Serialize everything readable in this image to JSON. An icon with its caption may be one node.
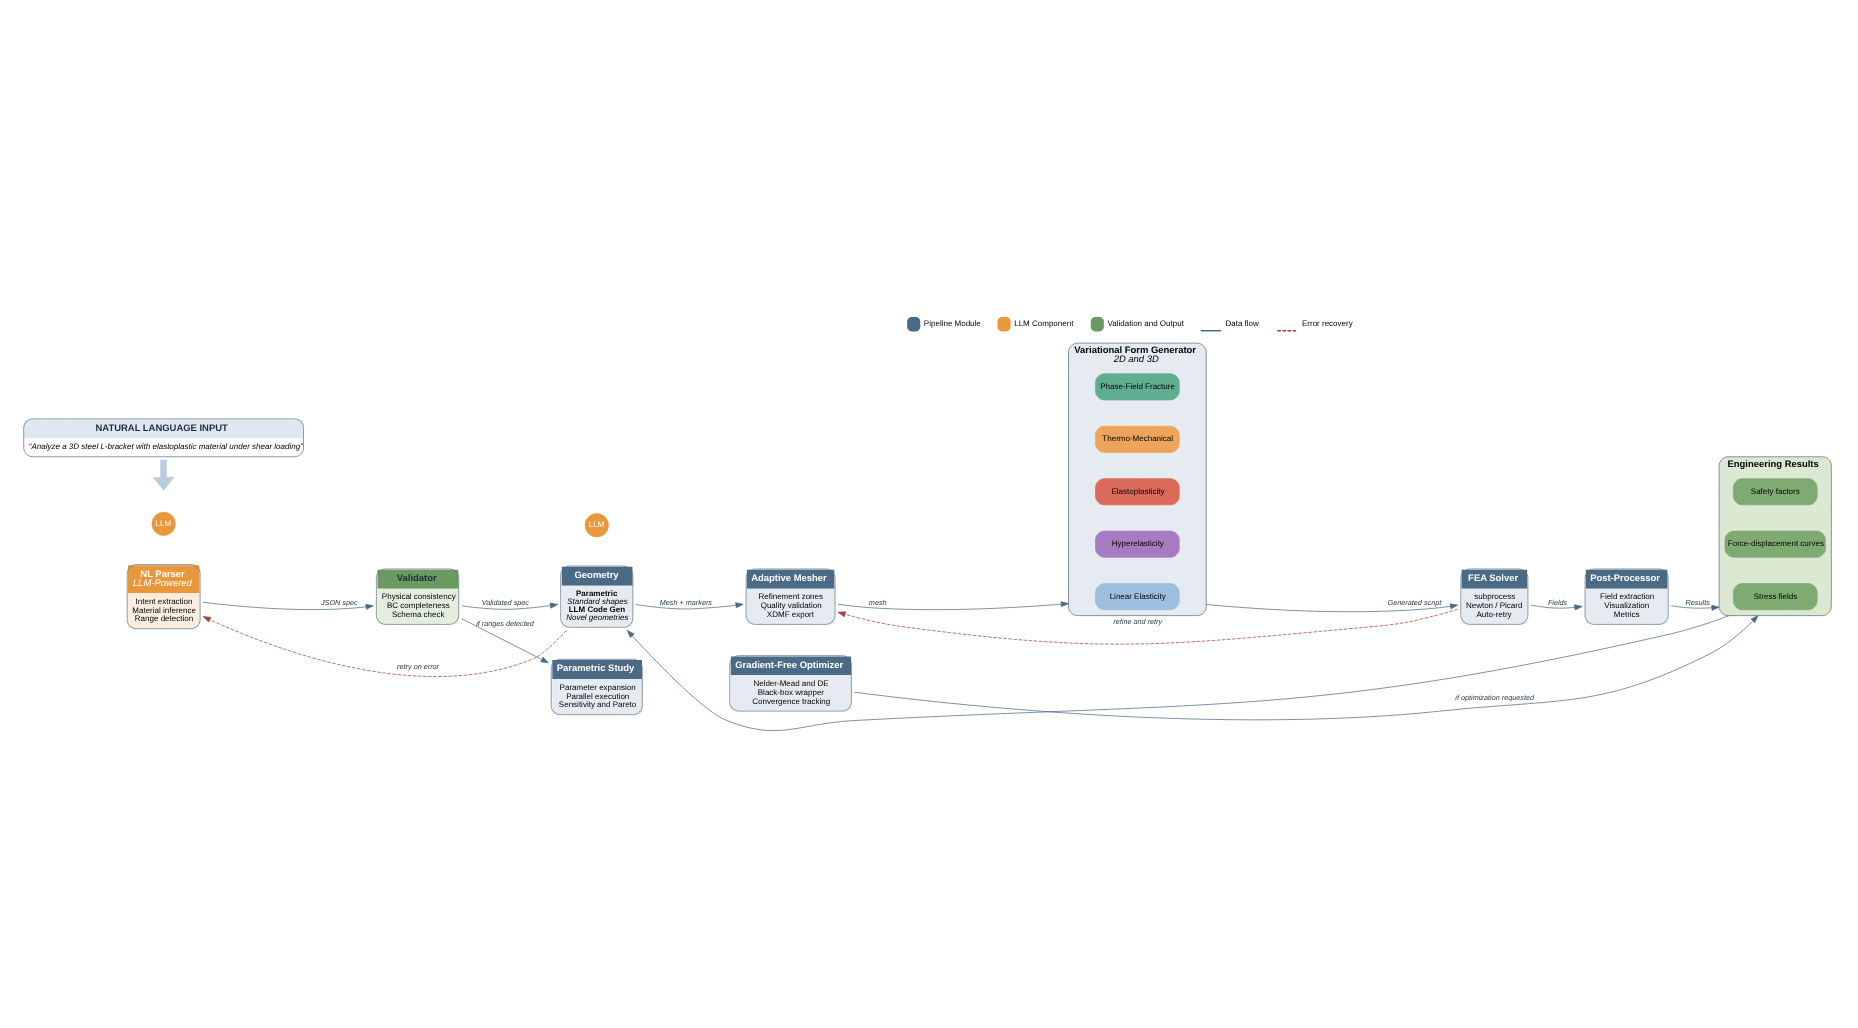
{
  "diagram": {
    "nodes": [
      {
        "text": [
          "NATURAL LANGUAGE INPUT",
          "“Analyze a 3D steel L-bracket with elastoplastic material under shear loading”"
        ]
      },
      {
        "text": [
          "NL Parser",
          "LLM-Powered",
          "Intent extraction",
          "Material inference",
          "Range detection"
        ]
      },
      {
        "text": [
          "LLM"
        ]
      },
      {
        "text": [
          "Validator",
          "Physical consistency",
          "BC completeness",
          "Schema check"
        ]
      },
      {
        "text": [
          "Geometry",
          "Parametric",
          "Standard shapes",
          "LLM Code Gen",
          "Novel geometries"
        ]
      },
      {
        "text": [
          "LLM"
        ]
      },
      {
        "text": [
          "Adaptive Mesher",
          "Refinement zones",
          "Quality validation",
          "XDMF export"
        ]
      },
      {
        "text": [
          "Variational Form Generator",
          "2D and 3D"
        ]
      },
      {
        "text": [
          "Linear Elasticity"
        ],
        "in": 7
      },
      {
        "text": [
          "Hyperelasticity"
        ],
        "in": 7
      },
      {
        "text": [
          "Elastoplasticity"
        ],
        "in": 7
      },
      {
        "text": [
          "Thermo-Mechanical"
        ],
        "in": 7
      },
      {
        "text": [
          "Phase-Field Fracture"
        ],
        "in": 7
      },
      {
        "text": [
          "FEA Solver",
          "subprocess",
          "Newton / Picard",
          "Auto-retry"
        ]
      },
      {
        "text": [
          "Post-Processor",
          "Field extraction",
          "Visualization",
          "Metrics"
        ]
      },
      {
        "text": [
          "Engineering Results"
        ]
      },
      {
        "text": [
          "Stress fields"
        ],
        "in": 15
      },
      {
        "text": [
          "Force-displacement curves"
        ],
        "in": 15
      },
      {
        "text": [
          "Safety factors"
        ],
        "in": 15
      },
      {
        "text": [
          "Parametric Study",
          "Parameter expansion",
          "Parallel execution",
          "Sensitivity and Pareto"
        ]
      },
      {
        "text": [
          "Gradient-Free Optimizer",
          "Nelder-Mead and DE",
          "Black-box wrapper",
          "Convergence tracking"
        ]
      }
    ],
    "edges": [
      {
        "from": 0,
        "to": null,
        "arrow": "to",
        "style": "thick",
        "color": "#b8cde0"
      },
      {
        "from": 1,
        "to": 3,
        "arrow": "to",
        "label": "JSON spec"
      },
      {
        "from": 3,
        "to": 4,
        "arrow": "to",
        "label": "Validated spec"
      },
      {
        "from": 4,
        "to": 6,
        "arrow": "to",
        "label": "Mesh + markers"
      },
      {
        "from": 6,
        "to": 7,
        "arrow": "to",
        "label": "mesh"
      },
      {
        "from": 7,
        "to": 13,
        "arrow": "to",
        "label": "Generated script"
      },
      {
        "from": 13,
        "to": 14,
        "arrow": "to",
        "label": "Fields"
      },
      {
        "from": 14,
        "to": 15,
        "arrow": "to",
        "label": "Results"
      },
      {
        "from": 4,
        "to": 1,
        "arrow": "to",
        "label": "retry on error",
        "style": "dashed",
        "color": "#a0453a"
      },
      {
        "from": 13,
        "to": 6,
        "arrow": "to",
        "label": "refine and retry",
        "style": "dashed",
        "color": "#a0453a"
      },
      {
        "from": 3,
        "to": 19,
        "arrow": "to",
        "label": "if ranges detected"
      },
      {
        "from": 20,
        "to": 15,
        "arrow": "to",
        "label": "if optimization requested"
      },
      {
        "from": 15,
        "to": 4,
        "arrow": "to"
      }
    ],
    "legend": [
      {
        "text": "Pipeline Module",
        "color": "#4a6a85"
      },
      {
        "text": "LLM Component",
        "color": "#e8973a"
      },
      {
        "text": "Validation and Output",
        "color": "#6a9a5f"
      },
      {
        "text": "Data flow"
      },
      {
        "text": "Error recovery"
      }
    ]
  }
}
